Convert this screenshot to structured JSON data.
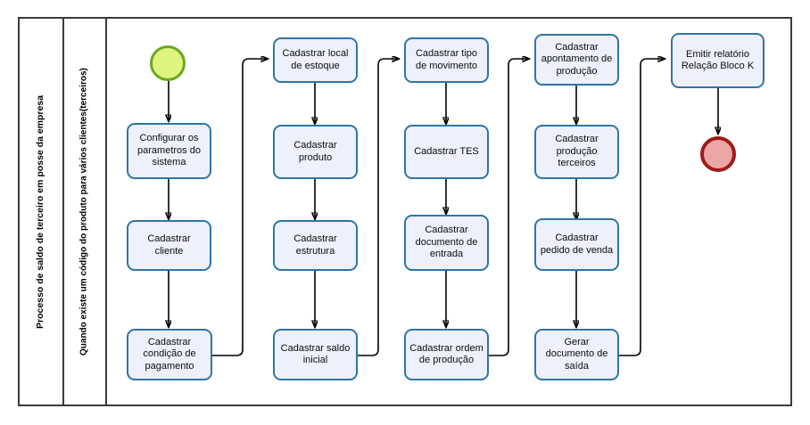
{
  "diagram": {
    "type": "bpmn-flowchart",
    "colors": {
      "task_fill": "#eef0fb",
      "task_border": "#2e75a8",
      "start_fill": "#ddf57f",
      "start_border": "#6aa81e",
      "end_fill": "#eba6a6",
      "end_border": "#9e1b1b",
      "frame_border": "#3b3b3b",
      "connector": "#000000"
    }
  },
  "lanes": [
    {
      "id": "pool",
      "label": "Processo de saldo de terceiro em posse da empresa"
    },
    {
      "id": "lane",
      "label": "Quando existe um código do produto para vários clientes(terceiros)"
    }
  ],
  "events": {
    "start": {
      "name": "start-event",
      "label": ""
    },
    "end": {
      "name": "end-event",
      "label": ""
    }
  },
  "columns": [
    {
      "index": 1,
      "tasks": [
        {
          "id": "t1",
          "label": "Configurar os parametros do sistema",
          "row": 2
        },
        {
          "id": "t2",
          "label": "Cadastrar cliente",
          "row": 3
        },
        {
          "id": "t3",
          "label": "Cadastrar condição de pagamento",
          "row": 4
        }
      ]
    },
    {
      "index": 2,
      "tasks": [
        {
          "id": "t4",
          "label": "Cadastrar local de estoque",
          "row": 1
        },
        {
          "id": "t5",
          "label": "Cadastrar produto",
          "row": 2
        },
        {
          "id": "t6",
          "label": "Cadastrar estrutura",
          "row": 3
        },
        {
          "id": "t7",
          "label": "Cadastrar saldo inicial",
          "row": 4
        }
      ]
    },
    {
      "index": 3,
      "tasks": [
        {
          "id": "t8",
          "label": "Cadastrar tipo de movimento",
          "row": 1
        },
        {
          "id": "t9",
          "label": "Cadastrar TES",
          "row": 2
        },
        {
          "id": "t10",
          "label": "Cadastrar documento de entrada",
          "row": 3
        },
        {
          "id": "t11",
          "label": "Cadastrar ordem de produção",
          "row": 4
        }
      ]
    },
    {
      "index": 4,
      "tasks": [
        {
          "id": "t12",
          "label": "Cadastrar apontamento de produção",
          "row": 1
        },
        {
          "id": "t13",
          "label": "Cadastrar produção terceiros",
          "row": 2
        },
        {
          "id": "t14",
          "label": "Cadastrar pedido de venda",
          "row": 3
        },
        {
          "id": "t15",
          "label": "Gerar documento de saída",
          "row": 4
        }
      ]
    },
    {
      "index": 5,
      "tasks": [
        {
          "id": "t16",
          "label": "Emitir relatório Relação Bloco K",
          "row": 1
        }
      ]
    }
  ],
  "tasks_flat": {
    "t1": "Configurar os parametros do sistema",
    "t2": "Cadastrar cliente",
    "t3": "Cadastrar condição de pagamento",
    "t4": "Cadastrar local de estoque",
    "t5": "Cadastrar produto",
    "t6": "Cadastrar estrutura",
    "t7": "Cadastrar saldo inicial",
    "t8": "Cadastrar tipo de movimento",
    "t9": "Cadastrar TES",
    "t10": "Cadastrar documento de entrada",
    "t11": "Cadastrar ordem de produção",
    "t12": "Cadastrar apontamento de produção",
    "t13": "Cadastrar produção terceiros",
    "t14": "Cadastrar pedido de venda",
    "t15": "Gerar documento de saída",
    "t16": "Emitir relatório Relação Bloco K"
  }
}
